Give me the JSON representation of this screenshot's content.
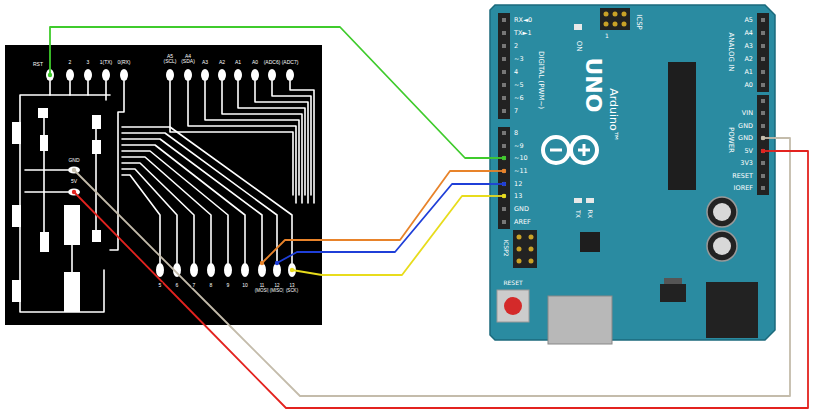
{
  "diagram": {
    "nodes": [
      {
        "text": [
          "RST",
          "2",
          "3",
          "1(TX)",
          "0(RX)",
          "A5 (SCL)",
          "A4 (SDA)",
          "A3",
          "A2",
          "A1",
          "A0",
          "(ADC6)",
          "(ADC7)",
          "GND",
          "5V",
          "5",
          "6",
          "7",
          "8",
          "9",
          "10",
          "11 (MOSI)",
          "12 (MISO)",
          "13 (SCK)"
        ]
      },
      {
        "text": [
          "ICSP",
          "1",
          "ON",
          "DIGITAL (PWM~)",
          "UNO",
          "Arduino™",
          "RX◄0",
          "TX►1",
          "2",
          "~3",
          "4",
          "~5",
          "~6",
          "7",
          "8",
          "~9",
          "~10",
          "~11",
          "12",
          "13",
          "GND",
          "AREF",
          "TX",
          "RX",
          "ICSP2",
          "RESET",
          "ANALOG IN",
          "A5",
          "A4",
          "A3",
          "A2",
          "A1",
          "A0",
          "POWER",
          "VIN",
          "GND",
          "GND",
          "5V",
          "3V3",
          "RESET",
          "IOREF"
        ]
      }
    ],
    "edges": [
      {
        "from": 0,
        "to": 1,
        "arrow": "none"
      },
      {
        "from": 0,
        "to": 1,
        "arrow": "none"
      },
      {
        "from": 0,
        "to": 1,
        "arrow": "none"
      },
      {
        "from": 0,
        "to": 1,
        "arrow": "none"
      },
      {
        "from": 0,
        "to": 1,
        "arrow": "none"
      },
      {
        "from": 0,
        "to": 1,
        "arrow": "none"
      }
    ]
  }
}
